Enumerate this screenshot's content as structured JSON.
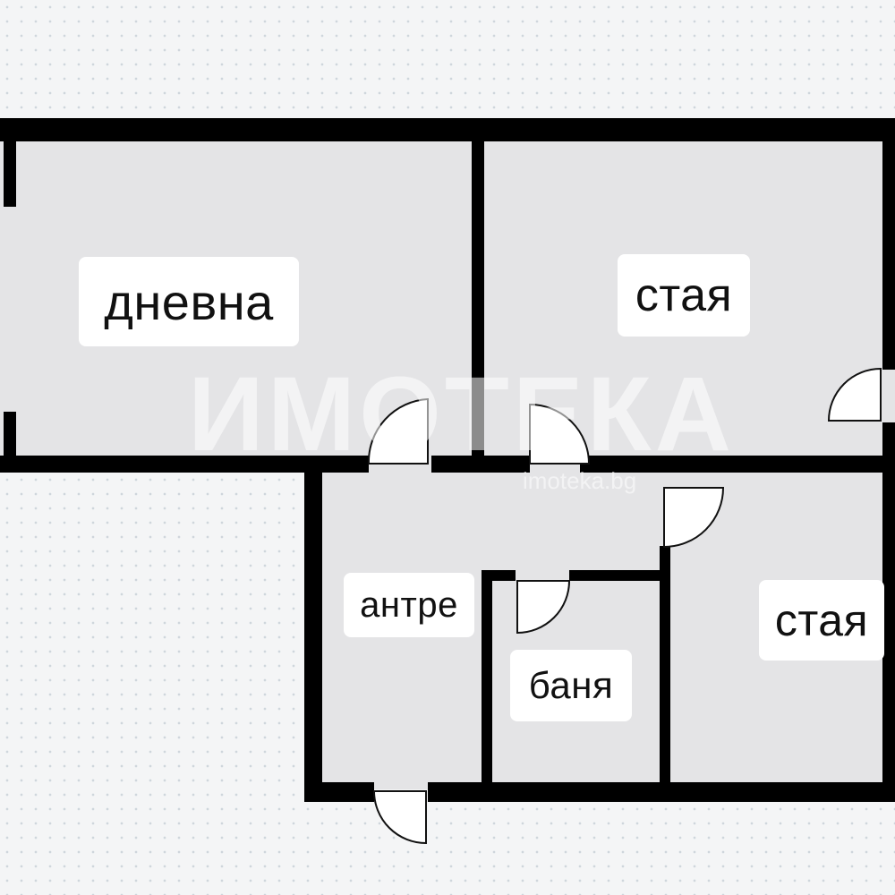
{
  "rooms": {
    "living": "дневна",
    "room1": "стая",
    "room2": "стая",
    "hall": "антре",
    "bath": "баня"
  },
  "watermark": {
    "logo": "ИМОТЕКА",
    "site": "imoteka.bg"
  },
  "colors": {
    "wall": "#000000",
    "room_fill": "#e4e4e6",
    "label_bg": "#ffffff",
    "background": "#f4f5f6"
  }
}
